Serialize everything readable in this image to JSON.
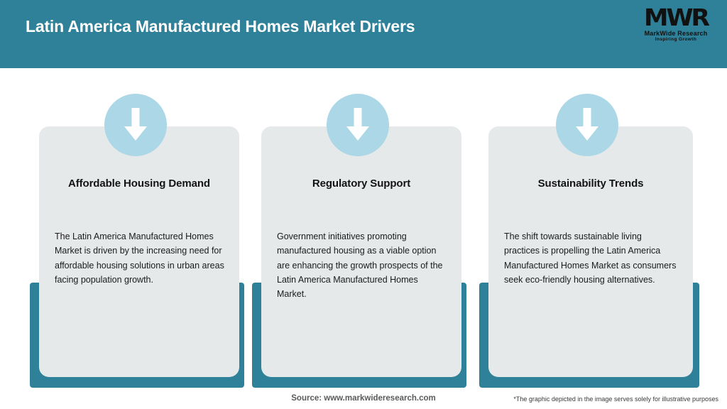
{
  "header": {
    "title": "Latin America Manufactured Homes Market Drivers",
    "background_color": "#2F8199",
    "logo": {
      "mark": "MWR",
      "name": "MarkWide Research",
      "tagline": "Inspiring Growth"
    }
  },
  "cards": [
    {
      "icon": "down-arrow-icon",
      "title": "Affordable Housing Demand",
      "body": "The Latin America Manufactured Homes Market is driven by the increasing need for affordable housing solutions in urban areas facing population growth."
    },
    {
      "icon": "down-arrow-icon",
      "title": "Regulatory Support",
      "body": "Government initiatives promoting manufactured housing as a viable option are enhancing the growth prospects of the Latin America Manufactured Homes Market."
    },
    {
      "icon": "down-arrow-icon",
      "title": "Sustainability Trends",
      "body": "The shift towards sustainable living practices is propelling the Latin America Manufactured Homes Market as consumers seek eco-friendly housing alternatives."
    }
  ],
  "footer": {
    "source": "Source: www.markwideresearch.com",
    "disclaimer": "*The graphic depicted in the image serves solely for illustrative purposes"
  },
  "colors": {
    "teal": "#2F8199",
    "card_gray": "#E5E9EA",
    "icon_blue": "#ABD7E7",
    "white": "#FFFFFF"
  }
}
